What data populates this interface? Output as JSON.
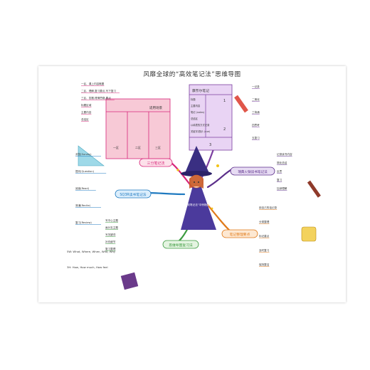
{
  "title": "风靡全球的“高效笔记法”思维导图",
  "center": {
    "caption": "在大“高效笔记法”中惊艳绽放吧"
  },
  "branches": {
    "sanfen": {
      "label": "三分笔记法",
      "color": "#d7267a",
      "items": [
        "一区、课上内容概要",
        "二区、理解,复习要点,写下复习",
        "三区、答题,理清思路,要点",
        "标题区域",
        "主要内容",
        "总结区"
      ],
      "grid": {
        "top": "标题区域",
        "right": "适用场景",
        "col1": "一区",
        "col2": "二区",
        "col3": "三区"
      }
    },
    "kangnaier": {
      "label": "康奈尔笔记法",
      "color": "#7b3fa0",
      "box_title": "康奈尔笔记",
      "box_lines": [
        "标题",
        "主要内容",
        "笔记 (notes)",
        "总结区",
        "以填表的方式记录",
        "关键字/提示 (cue)"
      ],
      "items": [
        "一记录",
        "二简化",
        "三背诵",
        "四思考",
        "五复习"
      ]
    },
    "xuejian": {
      "label": "瑞典火锅读书笔记法",
      "color": "#5b2e8a",
      "items": [
        "记录读书内容",
        "简化总结",
        "反思",
        "复习",
        "加深理解"
      ]
    },
    "sq3r": {
      "label": "SQ3R读书笔记法",
      "color": "#1f7ac0",
      "items": [
        "浏览(Survey)",
        "提问(Question)",
        "阅读(Read)",
        "背诵(Recite)",
        "复习(Review)"
      ]
    },
    "siwei": {
      "label": "思维导图复习法",
      "color": "#3b9a3f",
      "items": [
        "写中心主题",
        "画分支主题",
        "写关键词",
        "补充细节",
        "复习整理"
      ],
      "questions": [
        "5W: What, Where, When, Who, Why",
        "3H: How, How much, How feel"
      ]
    },
    "yaodian": {
      "label": "笔记整理要点",
      "color": "#e07a1a",
      "items": [
        "用自己的话记录",
        "分类整理",
        "标记重点",
        "及时复习",
        "保持整洁"
      ]
    }
  },
  "colors": {
    "pink": "#d7267a",
    "purple": "#7b3fa0",
    "blue": "#1f7ac0",
    "green": "#3b9a3f",
    "orange": "#e07a1a",
    "yellow": "#f3c316"
  }
}
